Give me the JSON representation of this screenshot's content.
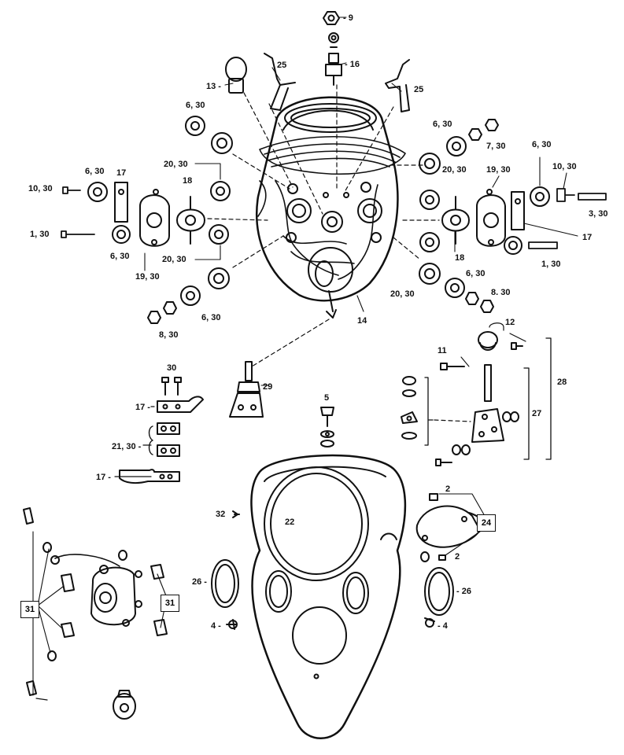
{
  "labels": {
    "l9": "- 9",
    "l16": "- 16",
    "l25a": "25",
    "l25b": "25",
    "l13": "13 -",
    "l6_30a": "6, 30",
    "l6_30b": "6, 30",
    "l7_30": "7, 30",
    "l6_30c": "6, 30",
    "l20_30a": "20, 30",
    "l20_30b": "20, 30",
    "l20_30c": "20, 30",
    "l20_30d": "20, 30",
    "l19_30a": "19, 30",
    "l19_30b": "19, 30",
    "l10_30a": "10, 30",
    "l10_30b": "10, 30",
    "l17a": "17",
    "l17b": "17",
    "l18a": "18",
    "l18b": "18",
    "l1_30a": "1, 30",
    "l1_30b": "1, 30",
    "l6_30d": "6, 30",
    "l6_30e": "6, 30",
    "l3_30": "3, 30",
    "l6_30f": "6, 30",
    "l6_30g": "6, 30",
    "l8_30a": "8, 30",
    "l8_30b": "8. 30",
    "l14": "14",
    "l12": "12",
    "l11": "11",
    "l28": "28",
    "l27": "27",
    "l29": "29",
    "l30": "30",
    "l17c": "17 -",
    "l21_30": "21, 30 -",
    "l17d": "17 -",
    "l5": "5",
    "l2a": "2",
    "l2b": "2",
    "l32": "32",
    "l22": "22",
    "l26a": "26 -",
    "l26b": "- 26",
    "l4a": "4 -",
    "l4b": "- 4"
  },
  "callouts": {
    "b24": "24",
    "b31a": "31",
    "b31b": "31"
  }
}
